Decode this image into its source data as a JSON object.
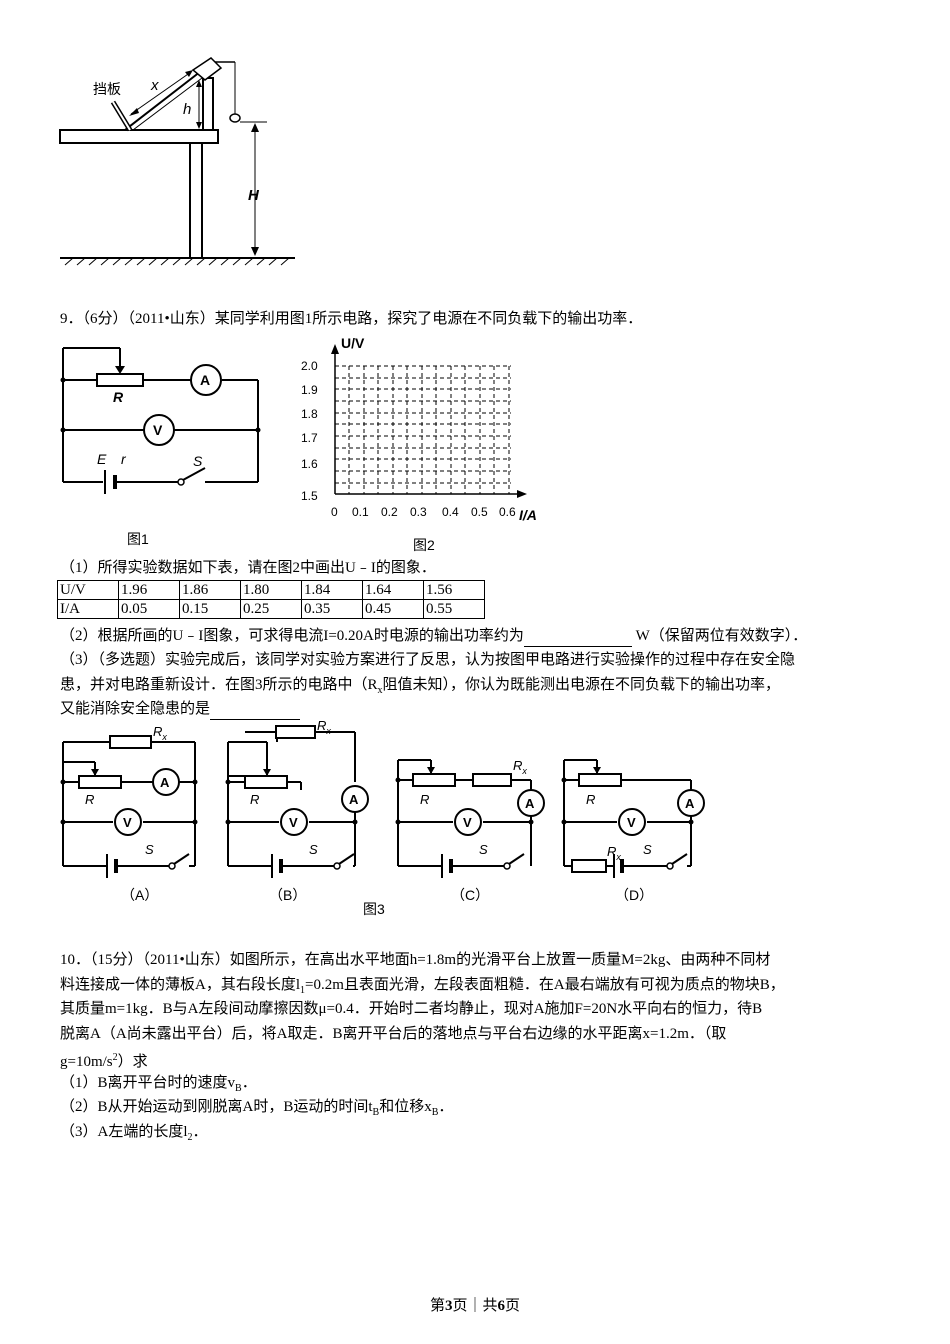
{
  "fig_top": {
    "baffle_label": "挡板",
    "x_label": "x",
    "h_label": "h",
    "H_label": "H"
  },
  "q9": {
    "intro": "9．（6分）（2011•山东）某同学利用图1所示电路，探究了电源在不同负载下的输出功率．",
    "fig1": {
      "caption": "图1",
      "R_label": "R",
      "A_label": "A",
      "V_label": "V",
      "E_label": "E",
      "r_label": "r",
      "S_label": "S"
    },
    "fig2": {
      "caption": "图2",
      "y_axis_label": "U/V",
      "x_axis_label": "I/A",
      "y_ticks": [
        "2.0",
        "1.9",
        "1.8",
        "1.7",
        "1.6",
        "1.5"
      ],
      "x_ticks": [
        "0",
        "0.1",
        "0.2",
        "0.3",
        "0.4",
        "0.5",
        "0.6"
      ]
    },
    "part1": "（1）所得实验数据如下表，请在图2中画出U﹣I的图象．",
    "table": {
      "rows": [
        {
          "header": "U/V",
          "cells": [
            "1.96",
            "1.86",
            "1.80",
            "1.84",
            "1.64",
            "1.56"
          ]
        },
        {
          "header": "I/A",
          "cells": [
            "0.05",
            "0.15",
            "0.25",
            "0.35",
            "0.45",
            "0.55"
          ]
        }
      ]
    },
    "part2_pre": "（2）根据所画的U﹣I图象，可求得电流I=0.20A时电源的输出功率约为",
    "part2_post": "W（保留两位有效数字）．",
    "part3_line1": "（3）（多选题）实验完成后，该同学对实验方案进行了反思，认为按图甲电路进行实验操作的过程中存在安全隐",
    "part3_line2_a": "患，并对电路重新设计．在图3所示的电路中（R",
    "part3_line2_sub": "x",
    "part3_line2_b": "阻值未知），你认为既能测出电源在不同负载下的输出功率，",
    "part3_line3": "又能消除安全隐患的是",
    "fig3": {
      "caption": "图3",
      "options": [
        "（A）",
        "（B）",
        "（C）",
        "（D）"
      ],
      "R_label": "R",
      "Rx_main": "R",
      "Rx_sub": "x",
      "A_label": "A",
      "V_label": "V",
      "S_label": "S"
    }
  },
  "q10": {
    "line1": "10．（15分）（2011•山东）如图所示，在高出水平地面h=1.8m的光滑平台上放置一质量M=2kg、由两种不同材",
    "line2_a": "料连接成一体的薄板A，其右段长度l",
    "line2_sub": "1",
    "line2_b": "=0.2m且表面光滑，左段表面粗糙．在A最右端放有可视为质点的物块B，",
    "line3": "其质量m=1kg．B与A左段间动摩擦因数μ=0.4．开始时二者均静止，现对A施加F=20N水平向右的恒力，待B",
    "line4": "脱离A（A尚未露出平台）后，将A取走．B离开平台后的落地点与平台右边缘的水平距离x=1.2m．（取",
    "line5_a": "g=10m/s",
    "line5_sup": "2",
    "line5_b": "）求",
    "p1_a": "（1）B离开平台时的速度v",
    "p1_sub": "B",
    "p1_b": "．",
    "p2_a": "（2）B从开始运动到刚脱离A时，B运动的时间t",
    "p2_sub1": "B",
    "p2_mid": "和位移x",
    "p2_sub2": "B",
    "p2_b": "．",
    "p3_a": "（3）A左端的长度l",
    "p3_sub": "2",
    "p3_b": "．"
  },
  "footer": {
    "pre": "第",
    "page": "3",
    "mid": "页｜共",
    "total": "6",
    "post": "页"
  }
}
